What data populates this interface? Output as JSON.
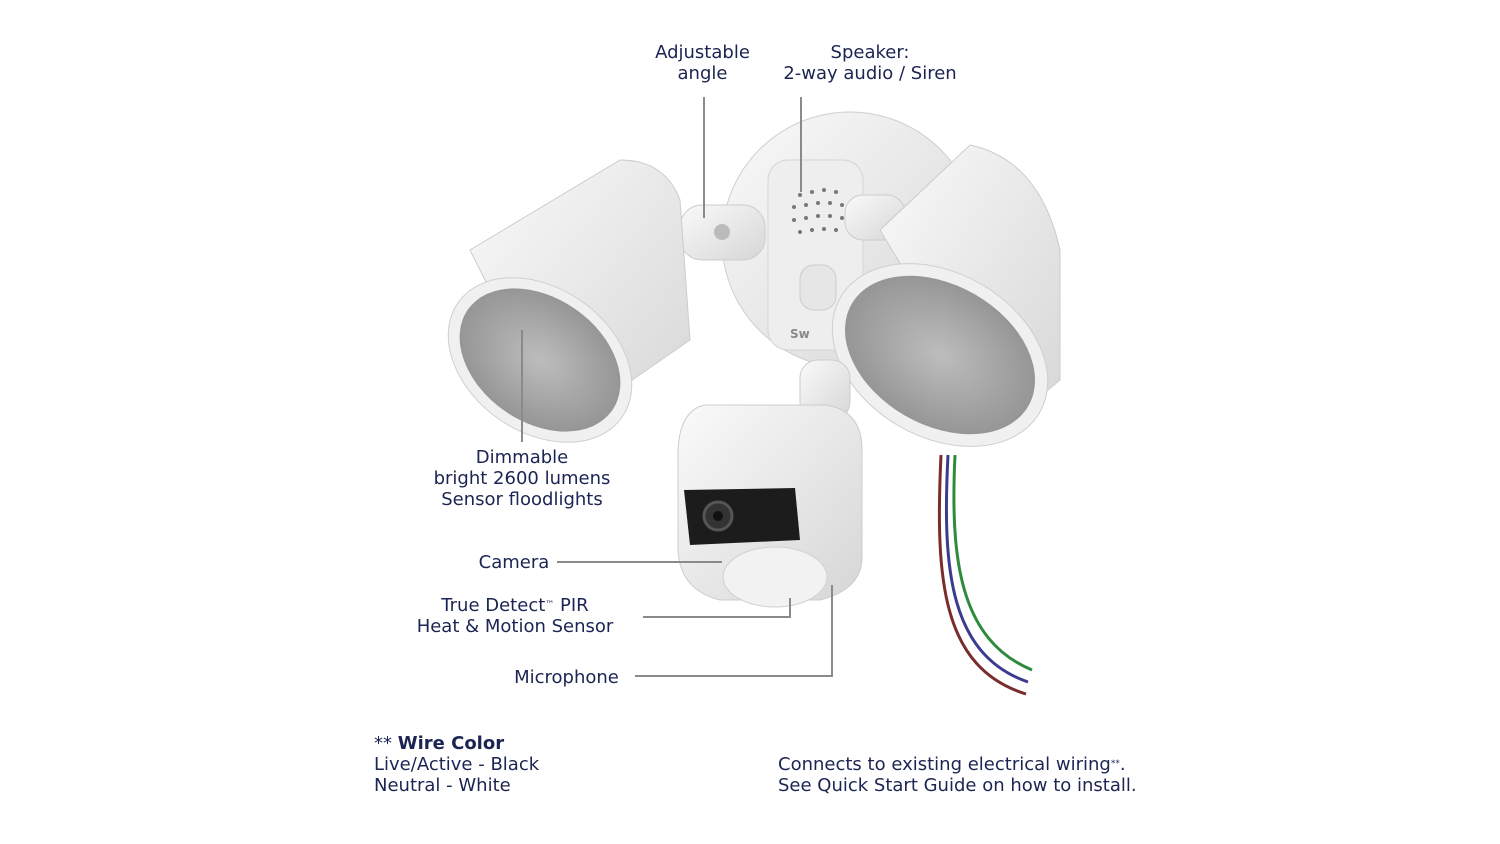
{
  "labels": {
    "adjustable_angle": [
      "Adjustable",
      "angle"
    ],
    "speaker": [
      "Speaker:",
      "2-way audio / Siren"
    ],
    "floodlights": [
      "Dimmable",
      "bright 2600 lumens",
      "Sensor floodlights"
    ],
    "camera": "Camera",
    "pir": {
      "line1": "True Detect",
      "tm": "™",
      "line1_suffix": " PIR",
      "line2": "Heat & Motion Sensor"
    },
    "microphone": "Microphone"
  },
  "wire_note": {
    "prefix": "** ",
    "title": "Wire Color",
    "lines": [
      "Live/Active - Black",
      "Neutral - White"
    ]
  },
  "install_note": {
    "line1": "Connects to existing electrical wiring",
    "line1_mark": "**",
    "line1_end": ".",
    "line2": "See Quick Start Guide on how to install."
  },
  "brand_mark": "Sw",
  "colors": {
    "text": "#1b2452",
    "leader": "#8a8a8a",
    "wire_green": "#2e8b3e",
    "wire_blue": "#3b3b8f",
    "wire_brown": "#7a2d2d"
  }
}
